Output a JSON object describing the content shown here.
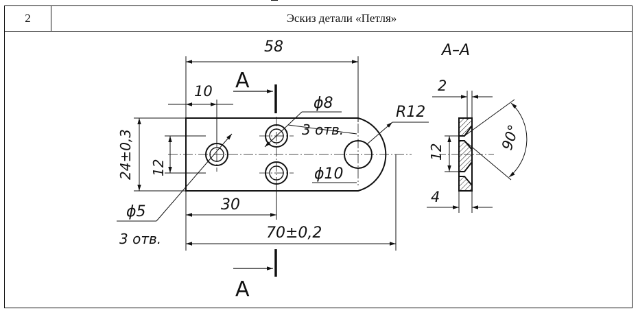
{
  "table": {
    "row_number": "2",
    "title": "Эскиз детали «Петля»"
  },
  "drawing": {
    "section_title": "А–А",
    "section_mark_top": "А",
    "section_mark_bottom": "А",
    "dim_overall_hole": "58",
    "dim_first_hole": "10",
    "dim_height": "24±0,3",
    "dim_inner_height": "12",
    "dim_hole_dia8": "ϕ8",
    "dim_holes_count_top": "3 отв.",
    "dim_radius": "R12",
    "dim_hole_dia10": "ϕ10",
    "dim_hole_dia5": "ϕ5",
    "dim_holes_count_bottom": "3 отв.",
    "dim_mid_spacing": "30",
    "dim_total_length": "70±0,2",
    "section_dim_thickness": "2",
    "section_dim_height": "12",
    "section_dim_width": "4",
    "section_dim_angle": "90°"
  }
}
